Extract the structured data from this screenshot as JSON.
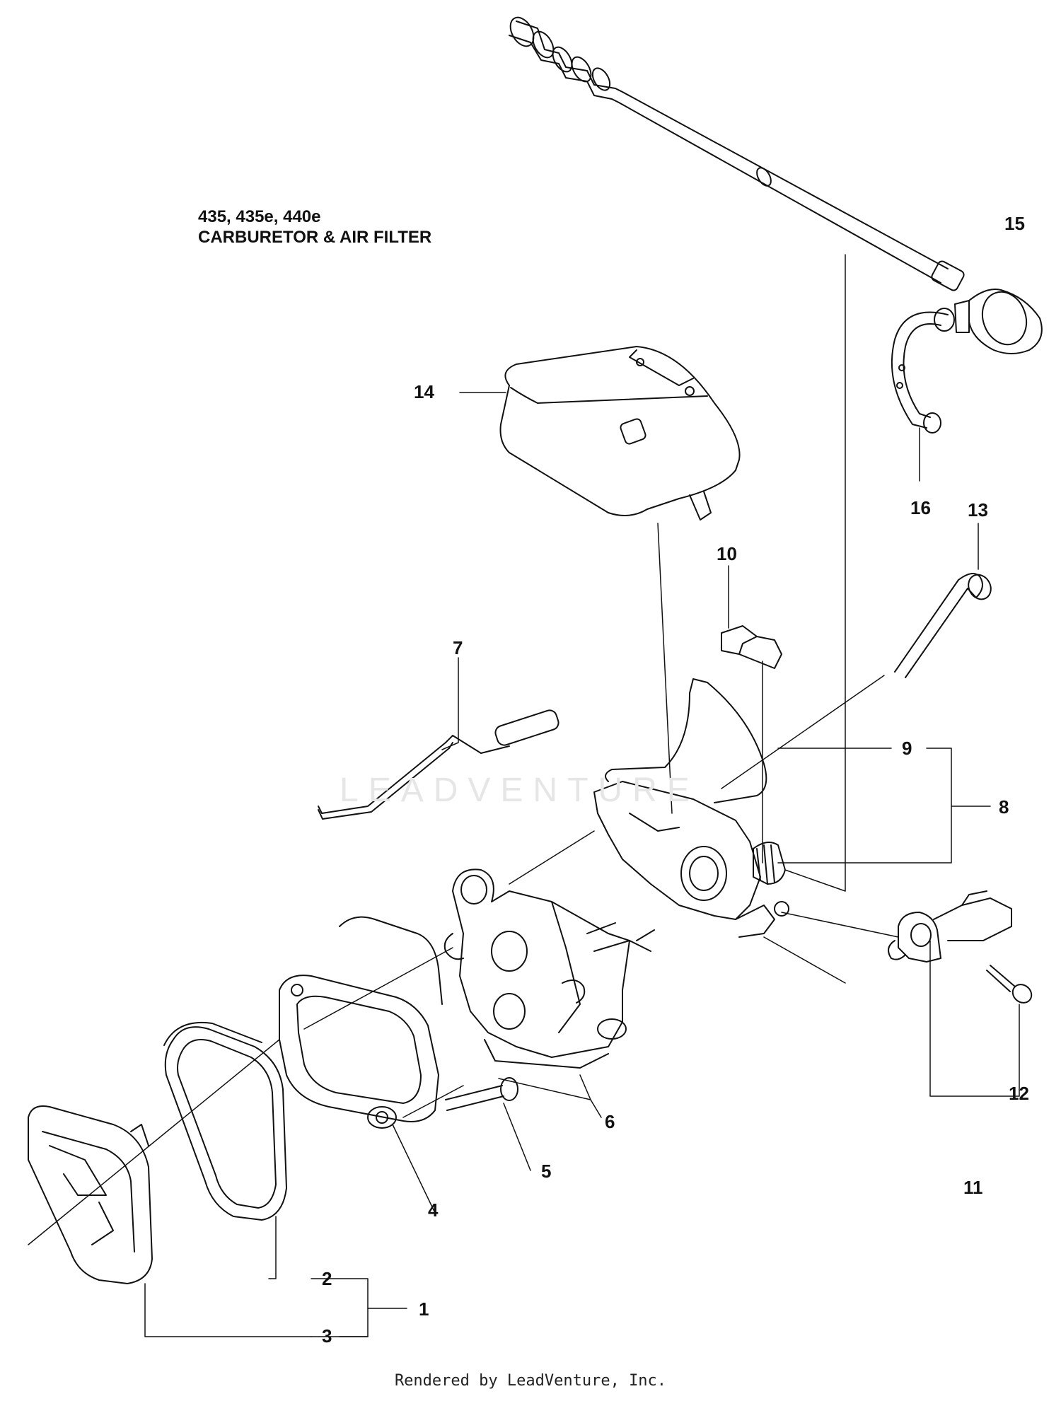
{
  "title": {
    "models": "435, 435e, 440e",
    "section": "CARBURETOR & AIR FILTER"
  },
  "footer": "Rendered by LeadVenture, Inc.",
  "watermark": "LEADVENTURE",
  "callouts": [
    "1",
    "2",
    "3",
    "4",
    "5",
    "6",
    "7",
    "8",
    "9",
    "10",
    "11",
    "12",
    "13",
    "14",
    "15",
    "16"
  ],
  "parts": {
    "p1": "1",
    "p2": "2",
    "p3": "3",
    "p4": "4",
    "p5": "5",
    "p6": "6",
    "p7": "7",
    "p8": "8",
    "p9": "9",
    "p10": "10",
    "p11": "11",
    "p12": "12",
    "p13": "13",
    "p14": "14",
    "p15": "15",
    "p16": "16"
  }
}
